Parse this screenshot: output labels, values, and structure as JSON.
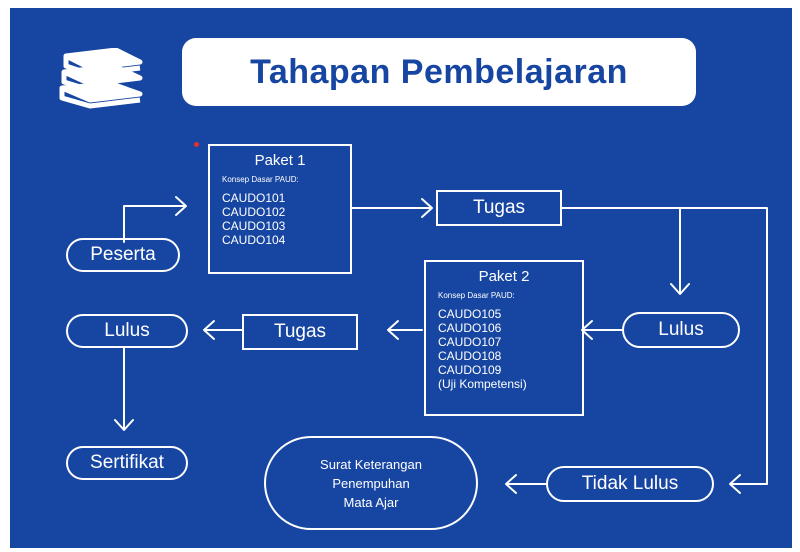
{
  "title": "Tahapan Pembelajaran",
  "colors": {
    "background": "#1746a2",
    "foreground": "#ffffff",
    "marker": "#e4302b"
  },
  "icons": {
    "header": "book-stack-icon"
  },
  "nodes": {
    "peserta": "Peserta",
    "paket1": {
      "title": "Paket 1",
      "subtitle": "Konsep Dasar PAUD:",
      "items": [
        "CAUDO101",
        "CAUDO102",
        "CAUDO103",
        "CAUDO104"
      ]
    },
    "tugas1": "Tugas",
    "lulus_right": "Lulus",
    "paket2": {
      "title": "Paket 2",
      "subtitle": "Konsep Dasar PAUD:",
      "items": [
        "CAUDO105",
        "CAUDO106",
        "CAUDO107",
        "CAUDO108",
        "CAUDO109",
        "(Uji Kompetensi)"
      ]
    },
    "tugas2": "Tugas",
    "lulus_left": "Lulus",
    "sertifikat": "Sertifikat",
    "tidak_lulus": "Tidak Lulus",
    "surat": [
      "Surat Keterangan",
      "Penempuhan",
      "Mata Ajar"
    ]
  }
}
